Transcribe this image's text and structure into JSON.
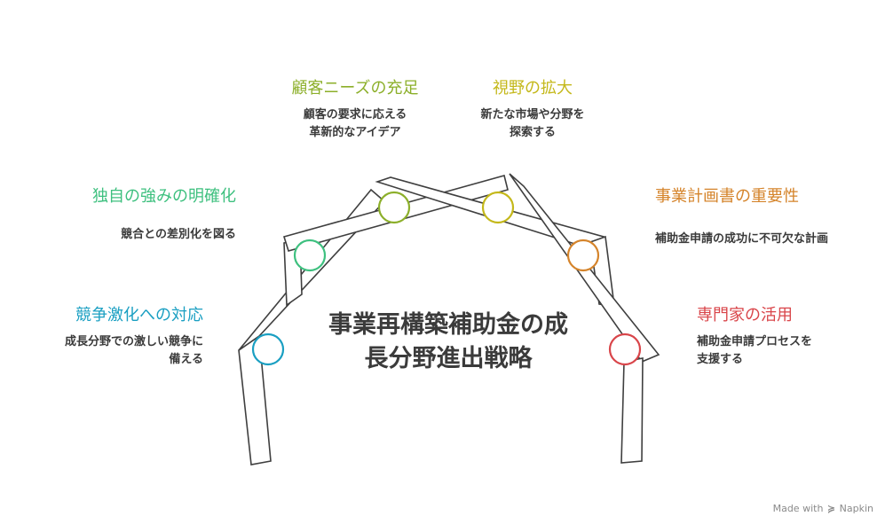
{
  "center_title": "事業再構築補助金の成長分野進出戦略",
  "watermark": {
    "made_with": "Made with",
    "brand": "Napkin"
  },
  "items": [
    {
      "id": "competition",
      "title": "競争激化への対応",
      "desc_lines": [
        "成長分野での激しい競争に",
        "備える"
      ],
      "color": "#1a9fc2"
    },
    {
      "id": "strength",
      "title": "独自の強みの明確化",
      "desc_lines": [
        "競合との差別化を図る"
      ],
      "color": "#3ec07f"
    },
    {
      "id": "customer",
      "title": "顧客ニーズの充足",
      "desc_lines": [
        "顧客の要求に応える",
        "革新的なアイデア"
      ],
      "color": "#8caf2a"
    },
    {
      "id": "vision",
      "title": "視野の拡大",
      "desc_lines": [
        "新たな市場や分野を",
        "探索する"
      ],
      "color": "#c4b81a"
    },
    {
      "id": "plan",
      "title": "事業計画書の重要性",
      "desc_lines": [
        "補助金申請の成功に不可欠な計画"
      ],
      "color": "#d5842b"
    },
    {
      "id": "expert",
      "title": "専門家の活用",
      "desc_lines": [
        "補助金申請プロセスを",
        "支援する"
      ],
      "color": "#d9454a"
    }
  ]
}
